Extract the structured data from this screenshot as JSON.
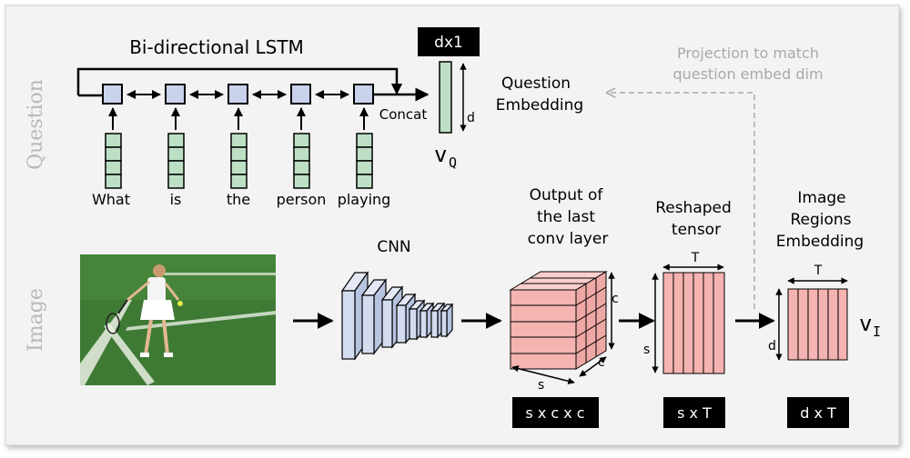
{
  "rows": {
    "question": "Question",
    "image": "Image"
  },
  "lstm": {
    "title": "Bi-directional LSTM",
    "concat": "Concat",
    "words": [
      "What",
      "is",
      "the",
      "person",
      "playing"
    ]
  },
  "question_vector": {
    "size_badge": "dx1",
    "dim": "d",
    "symbol": "v",
    "subscript": "Q",
    "caption_line1": "Question",
    "caption_line2": "Embedding"
  },
  "projection": {
    "line1": "Projection to match",
    "line2": "question embed dim"
  },
  "cnn": {
    "label": "CNN"
  },
  "conv_output": {
    "title_line1": "Output of",
    "title_line2": "the last",
    "title_line3": "conv layer",
    "dim_c_top": "c",
    "dim_c_bottom": "c",
    "dim_s": "s",
    "badge": "s x c x c"
  },
  "reshaped": {
    "title_line1": "Reshaped",
    "title_line2": "tensor",
    "dim_t": "T",
    "dim_s": "s",
    "badge": "s x T"
  },
  "image_embedding": {
    "title_line1": "Image",
    "title_line2": "Regions",
    "title_line3": "Embedding",
    "dim_t": "T",
    "dim_d": "d",
    "symbol": "v",
    "subscript": "I",
    "badge": "d x T"
  },
  "colors": {
    "lstm_cell": "#c9d3ee",
    "embed_vector": "#bde0c4",
    "tensor_fill": "#f5b3b1",
    "badge_bg": "#000000",
    "projection_gray": "#a9a9a9",
    "row_label_gray": "#b8b8b8"
  }
}
